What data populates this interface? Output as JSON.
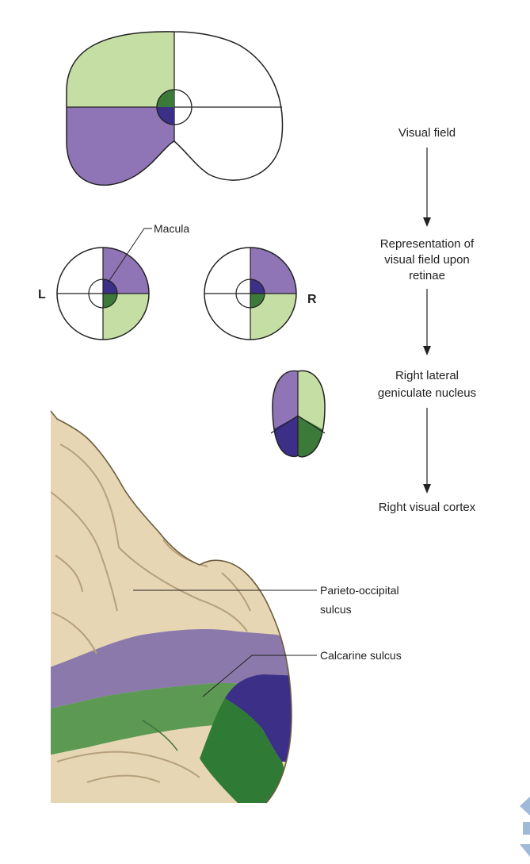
{
  "flow": {
    "step1": "Visual field",
    "step2": [
      "Representation of",
      "visual field upon",
      "retinae"
    ],
    "step3": [
      "Right lateral",
      "geniculate nucleus"
    ],
    "step4": "Right visual cortex"
  },
  "retina": {
    "left_label": "L",
    "right_label": "R",
    "macula_label": "Macula"
  },
  "cortex": {
    "parieto_label": [
      "Parieto-occipital",
      "sulcus"
    ],
    "calcarine_label": "Calcarine sulcus"
  },
  "colors": {
    "light_green": "#c5dea3",
    "dark_green": "#3c7a3a",
    "light_purple": "#8f74b6",
    "dark_purple": "#3c2f88",
    "brain_tan": "#e6d6b4",
    "brain_shadow": "#c9b58e",
    "cortex_green": "#5c9a54",
    "cortex_purple": "#8a79aa",
    "line": "#222222",
    "corner_blue": "#9fb9d9"
  }
}
